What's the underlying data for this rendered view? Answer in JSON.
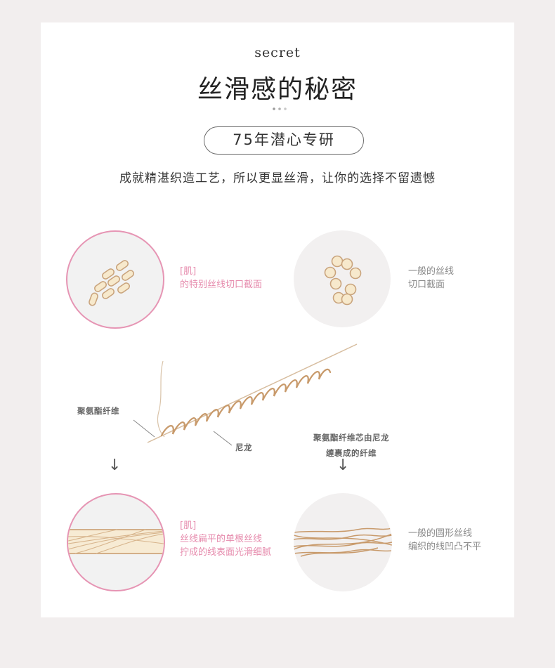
{
  "header": {
    "eyebrow": "secret",
    "title": "丝滑感的秘密",
    "pill": "75年潜心专研",
    "subtitle": "成就精湛织造工艺，所以更显丝滑，让你的选择不留遗憾"
  },
  "cross_section": {
    "special": {
      "tag": "[肌]",
      "desc": "的特别丝线切口截面"
    },
    "normal": {
      "line1": "一般的丝线",
      "line2": "切口截面"
    }
  },
  "diagram": {
    "fiber_label": "聚氨酯纤维",
    "nylon_label": "尼龙",
    "core_line1": "聚氨酯纤维芯由尼龙",
    "core_line2": "缠裹成的纤维",
    "arrow_glyph": "↓"
  },
  "thread": {
    "special": {
      "tag": "[肌]",
      "line1": "丝线扁平的单根丝线",
      "line2": "拧成的线表面光滑细腻"
    },
    "normal": {
      "line1": "一般的圆形丝线",
      "line2": "编织的线凹凸不平"
    }
  },
  "colors": {
    "accent_pink": "#e695b4",
    "thread_gold": "#c89a6b",
    "cream": "#f6ead2"
  }
}
